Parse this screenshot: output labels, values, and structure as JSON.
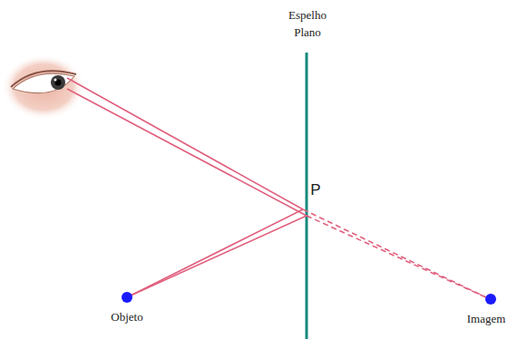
{
  "diagram": {
    "labels": [
      "Espelho Plano",
      "P",
      "Objeto",
      "Imagem"
    ]
  }
}
